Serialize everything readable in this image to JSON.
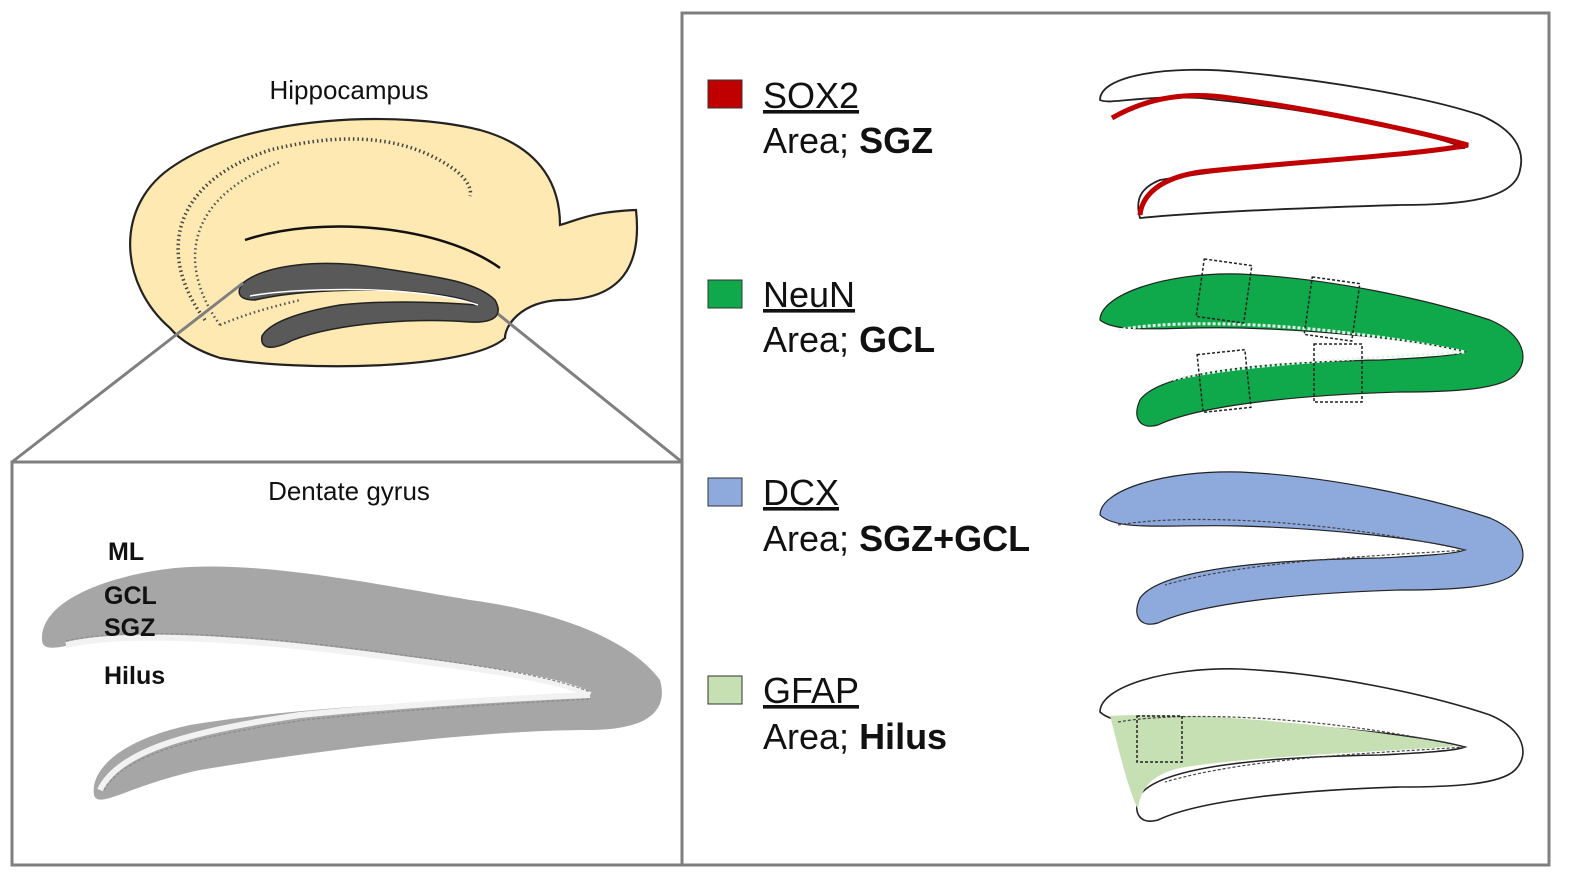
{
  "hippocampus_title": "Hippocampus",
  "dentate_title": "Dentate gyrus",
  "layers": [
    {
      "label": "ML"
    },
    {
      "label": "GCL"
    },
    {
      "label": "SGZ"
    },
    {
      "label": "Hilus"
    }
  ],
  "area_prefix": "Area;",
  "markers": [
    {
      "name": "SOX2",
      "area": "SGZ",
      "color": "#c00000"
    },
    {
      "name": "NeuN",
      "area": "GCL",
      "color": "#0fa84a"
    },
    {
      "name": "DCX",
      "area": "SGZ+GCL",
      "color": "#8ea9db"
    },
    {
      "name": "GFAP",
      "area": "Hilus",
      "color": "#c6e0b4"
    }
  ],
  "colors": {
    "hippocampus_fill": "#fde9b1",
    "gyrus_gray": "#a6a6a6",
    "border": "#7f7f7f"
  }
}
